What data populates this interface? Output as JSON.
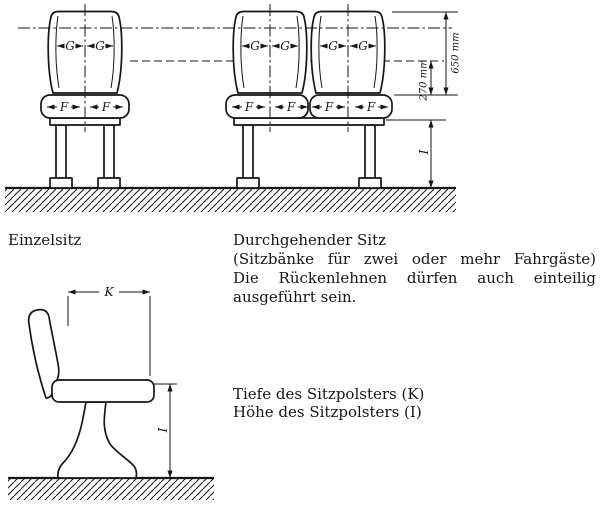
{
  "front_view": {
    "backrest_width_label": "G",
    "cushion_width_label": "F",
    "backrest_height_label": "650 mm",
    "upper_height_label": "270 mm",
    "seat_height_label": "I"
  },
  "side_view": {
    "cushion_depth_label": "K",
    "cushion_height_label": "I"
  },
  "captions": {
    "single_seat": "Einzelsitz",
    "continuous_seat_title": "Durchgehender Sitz",
    "continuous_seat_lines": [
      "(Sitzbänke für zwei oder mehr Fahrgäste)",
      "Die Rückenlehnen dürfen auch einteilig",
      "ausgeführt sein."
    ],
    "cushion_depth": "Tiefe des Sitzpolsters (K)",
    "cushion_height": "Höhe des Sitzpolsters (I)"
  },
  "colors": {
    "ink": "#161616",
    "paper": "#ffffff"
  }
}
